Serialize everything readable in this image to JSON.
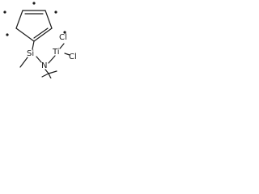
{
  "molecule": {
    "atoms": {
      "titanium": "Ti",
      "silicon": "Si",
      "nitrogen": "N",
      "chlorine_upper": "Cl",
      "chlorine_lower": "Cl"
    },
    "radical_dot_count": 5
  }
}
